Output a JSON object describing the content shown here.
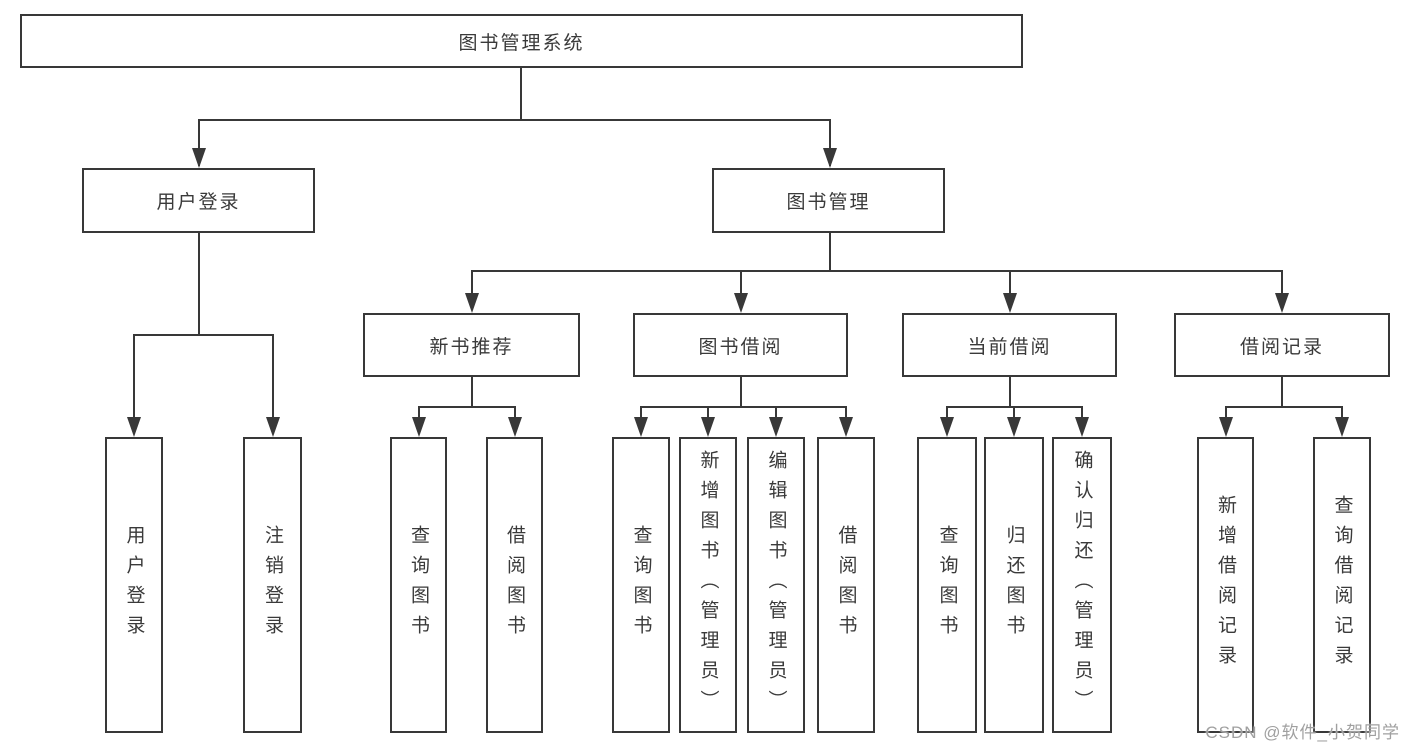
{
  "tree": {
    "label": "图书管理系统",
    "children": [
      {
        "label": "用户登录",
        "children": [
          {
            "label": "用户登录"
          },
          {
            "label": "注销登录"
          }
        ]
      },
      {
        "label": "图书管理",
        "children": [
          {
            "label": "新书推荐",
            "children": [
              {
                "label": "查询图书"
              },
              {
                "label": "借阅图书"
              }
            ]
          },
          {
            "label": "图书借阅",
            "children": [
              {
                "label": "查询图书"
              },
              {
                "label": "新增图书（管理员）"
              },
              {
                "label": "编辑图书（管理员）"
              },
              {
                "label": "借阅图书"
              }
            ]
          },
          {
            "label": "当前借阅",
            "children": [
              {
                "label": "查询图书"
              },
              {
                "label": "归还图书"
              },
              {
                "label": "确认归还（管理员）"
              }
            ]
          },
          {
            "label": "借阅记录",
            "children": [
              {
                "label": "新增借阅记录"
              },
              {
                "label": "查询借阅记录"
              }
            ]
          }
        ]
      }
    ]
  },
  "watermark": {
    "text": "CSDN @软件_小贺同学"
  },
  "colors": {
    "line": "#383838",
    "text": "#3a3a3a",
    "watermark": "#a0a0a0",
    "background": "#ffffff"
  }
}
